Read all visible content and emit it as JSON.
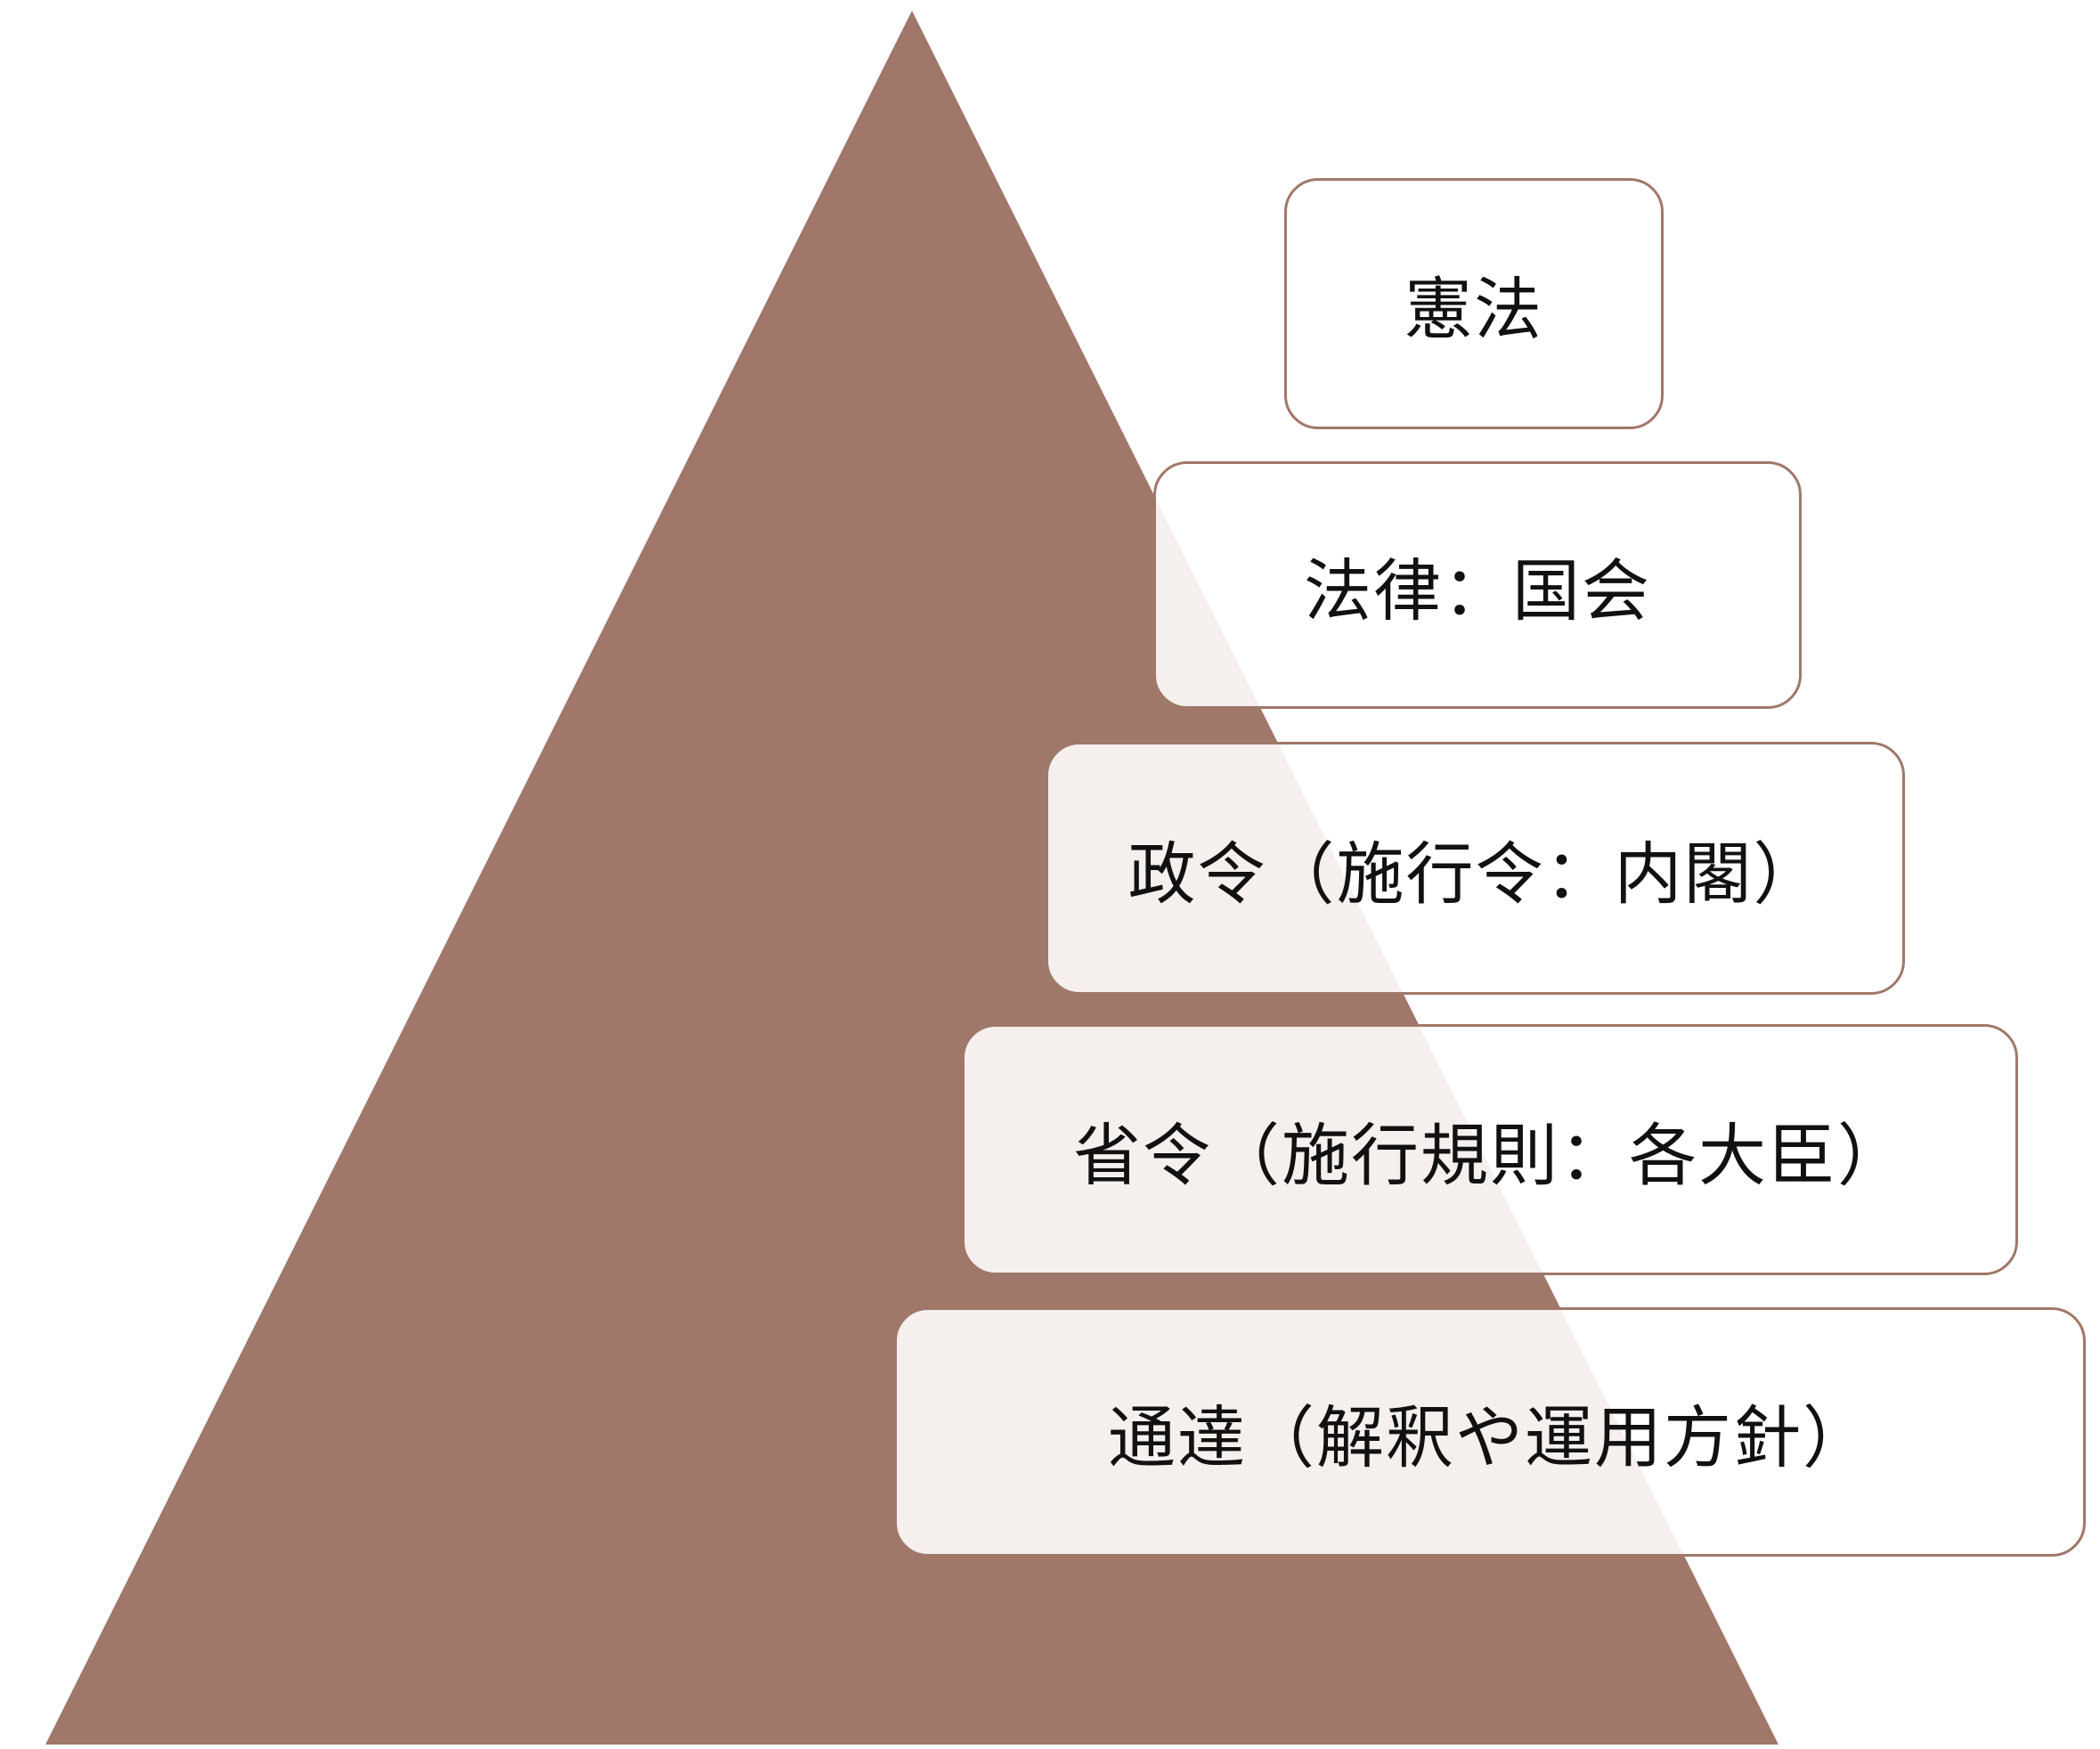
{
  "diagram": {
    "type": "pyramid",
    "colors": {
      "pyramid_fill": "#A07869",
      "box_border": "#A07869",
      "box_fill": "#FFFFFF",
      "text": "#111111"
    },
    "levels": [
      {
        "label": "憲法"
      },
      {
        "label": "法律：国会"
      },
      {
        "label": "政令（施行令：内閣）"
      },
      {
        "label": "省令（施行規則：各大臣）"
      },
      {
        "label": "通達（解釈や運用方針）"
      }
    ]
  }
}
